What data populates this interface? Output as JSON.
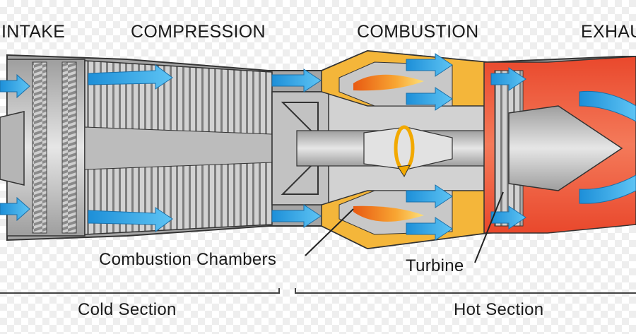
{
  "stages": {
    "intake": "INTAKE",
    "compression": "COMPRESSION",
    "combustion": "COMBUSTION",
    "exhaust": "EXHAU"
  },
  "callouts": {
    "combustion_chambers": "Combustion Chambers",
    "turbine": "Turbine"
  },
  "sections": {
    "cold": "Cold Section",
    "hot": "Hot Section"
  },
  "colors": {
    "airflow": "#3aa6e8",
    "metal": "#c4c4c4",
    "casing": "#9c9c9c",
    "combustor_casing": "#f4b63a",
    "flame": "#f58a1f",
    "hot_section": "#ee5a3b",
    "outline": "#333333"
  },
  "icons": {
    "airflow": "arrow-right-icon",
    "rotation": "rotation-arrow-icon"
  }
}
